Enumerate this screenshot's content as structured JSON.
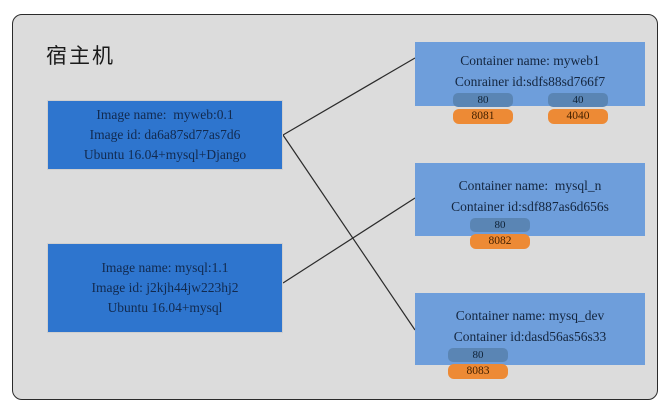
{
  "diagram": {
    "host_title": "宿主机",
    "images": [
      {
        "name": "image-myweb",
        "line1": "Image name:  myweb:0.1",
        "line2": "Image id: da6a87sd77as7d6",
        "line3": "Ubuntu 16.04+mysql+Django"
      },
      {
        "name": "image-mysql",
        "line1": "Image name: mysql:1.1",
        "line2": "Image id: j2kjh44jw223hj2",
        "line3": "Ubuntu 16.04+mysql"
      }
    ],
    "containers": [
      {
        "name": "container-myweb1",
        "line1": "Container name: myweb1",
        "line2": "Conrainer id:sdfs88sd766f7",
        "ports": [
          {
            "inner": "80",
            "outer": "8081"
          },
          {
            "inner": "40",
            "outer": "4040"
          }
        ]
      },
      {
        "name": "container-mysql-n",
        "line1": "Container name:  mysql_n",
        "line2": "Container id:sdf887as6d656s",
        "ports": [
          {
            "inner": "80",
            "outer": "8082"
          }
        ]
      },
      {
        "name": "container-mysq-dev",
        "line1": "Container name: mysq_dev",
        "line2": "Container id:dasd56as56s33",
        "ports": [
          {
            "inner": "80",
            "outer": "8083"
          }
        ]
      }
    ],
    "colors": {
      "host_bg": "#dcdcdc",
      "host_border": "#2b2b2b",
      "image_box": "#2E75CE",
      "container_box": "#6E9EDB",
      "port_inner": "#5A85B4",
      "port_outer": "#ED8A35",
      "link_line": "#2b2b2b"
    }
  }
}
